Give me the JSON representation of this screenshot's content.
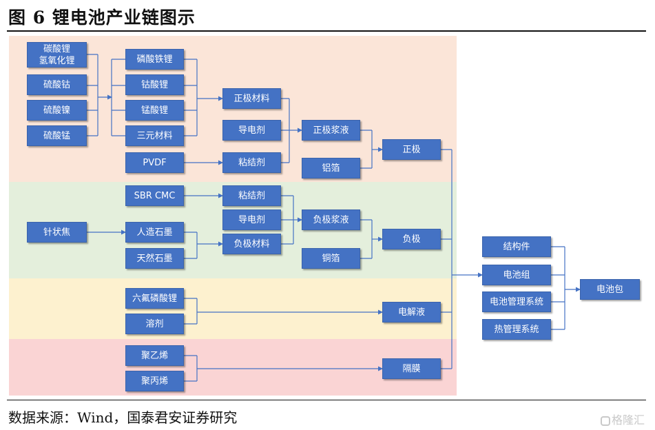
{
  "figure": {
    "title": "图 6 锂电池产业链图示",
    "source": "数据来源：Wind，国泰君安证券研究",
    "watermark": "格隆汇"
  },
  "diagram": {
    "raw_materials": [
      "碳酸锂\n氢氧化锂",
      "硫酸钴",
      "硫酸镍",
      "硫酸锰"
    ],
    "cathode_materials": [
      "磷酸铁锂",
      "钴酸锂",
      "锰酸锂",
      "三元材料"
    ],
    "pvdf": "PVDF",
    "cathode_active": "正极材料",
    "cathode_conductive": "导电剂",
    "cathode_binder": "粘结剂",
    "cathode_slurry": "正极浆液",
    "aluminum_foil": "铝箔",
    "cathode": "正极",
    "sbr_cmc": "SBR CMC",
    "needle_coke": "针状焦",
    "artificial_graphite": "人造石墨",
    "natural_graphite": "天然石墨",
    "anode_binder": "粘结剂",
    "anode_conductive": "导电剂",
    "anode_active": "负极材料",
    "anode_slurry": "负极浆液",
    "copper_foil": "铜箔",
    "anode": "负极",
    "lipf6": "六氟磷酸锂",
    "solvent": "溶剂",
    "electrolyte": "电解液",
    "polyethylene": "聚乙烯",
    "polypropylene": "聚丙烯",
    "separator": "隔膜",
    "structural_parts": "结构件",
    "battery_module": "电池组",
    "bms": "电池管理系统",
    "thermal_mgmt": "热管理系统",
    "battery_pack": "电池包"
  }
}
